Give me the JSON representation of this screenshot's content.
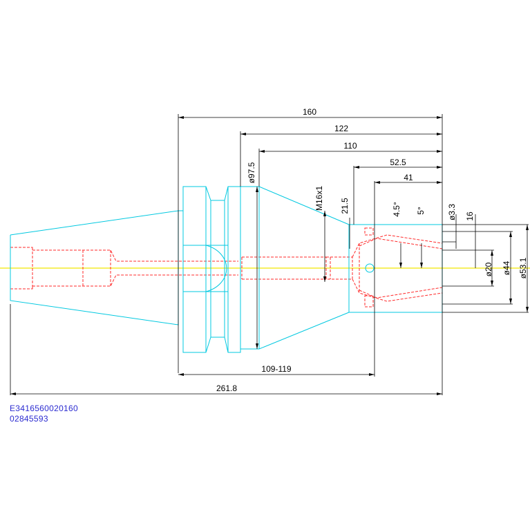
{
  "colors": {
    "outline": "#00c8e0",
    "hidden": "#ff2a2a",
    "centerline": "#f2e600",
    "dimension": "#000000",
    "code_text": "#2b2bd0"
  },
  "dimensions": {
    "d160": "160",
    "d122": "122",
    "d110": "110",
    "d52_5": "52.5",
    "d41": "41",
    "d97_5": "ø97.5",
    "m16": "M16x1",
    "d21_5": "21.5",
    "a4_5": "4.5°",
    "a5": "5°",
    "d3_3": "ø3.3",
    "d16": "16",
    "d20": "ø20",
    "d44": "ø44",
    "d53_1": "ø53.1",
    "d109_119": "109-119",
    "d261_8": "261.8"
  },
  "codes": {
    "line1": "E3416560020160",
    "line2": "02845593"
  }
}
